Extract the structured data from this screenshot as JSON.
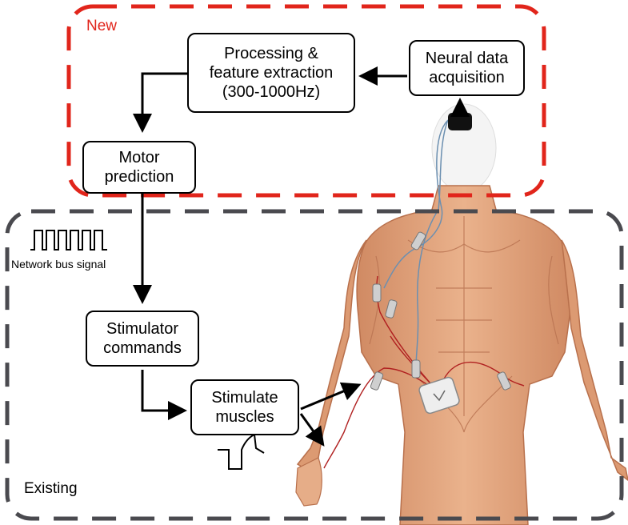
{
  "regions": {
    "new_label": "New",
    "existing_label": "Existing",
    "new_color": "#e1251b",
    "existing_color": "#4a4a4f"
  },
  "boxes": {
    "neural": [
      "Neural data",
      "acquisition"
    ],
    "processing": [
      "Processing &",
      "feature extraction",
      "(300-1000Hz)"
    ],
    "motor": [
      "Motor",
      "prediction"
    ],
    "stim_cmd": [
      "Stimulator",
      "commands"
    ],
    "stim_mus": [
      "Stimulate",
      "muscles"
    ]
  },
  "labels": {
    "network_bus": "Network bus signal"
  },
  "colors": {
    "skin": "#e2a37c",
    "muscle_dark": "#c47a56",
    "wire": "#b02020",
    "lead": "#6b8fb0"
  }
}
